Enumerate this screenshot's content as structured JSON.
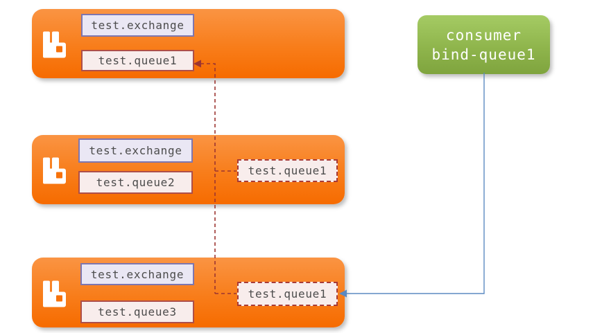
{
  "diagram": {
    "brokers": [
      {
        "exchange": "test.exchange",
        "queue": "test.queue1"
      },
      {
        "exchange": "test.exchange",
        "queue": "test.queue2",
        "ghost": "test.queue1"
      },
      {
        "exchange": "test.exchange",
        "queue": "test.queue3",
        "ghost": "test.queue1"
      }
    ],
    "consumer": {
      "line1": "consumer",
      "line2": "bind-queue1"
    }
  },
  "colors": {
    "broker_orange_top": "#fa9443",
    "broker_orange_bottom": "#f66b00",
    "consumer_green_top": "#a5cb64",
    "consumer_green_bottom": "#7fa43e",
    "exchange_fill": "#eae7f4",
    "exchange_border": "#7d76b0",
    "queue_fill": "#f8edec",
    "queue_border": "#ad4f4a",
    "ghost_queue_border": "#a83b36",
    "binding_line_red": "#9c3531",
    "consume_line_blue": "#5b8ac2",
    "label_text": "#4c4c4c",
    "consumer_text": "#ffffff"
  }
}
